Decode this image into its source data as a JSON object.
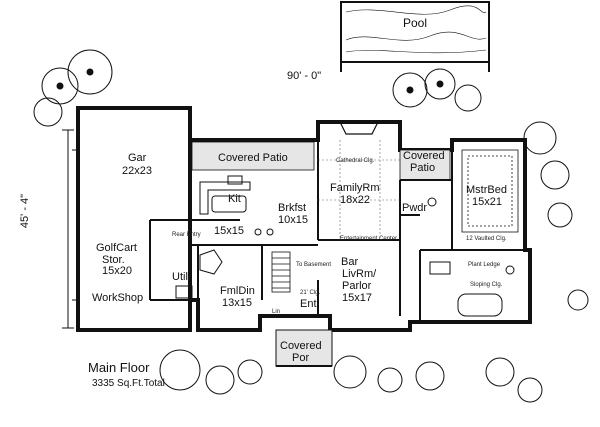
{
  "title": "Main Floor",
  "subtitle": "3335 Sq.Ft.Total",
  "dimensions": {
    "width": "90' - 0\"",
    "depth": "45' - 4\""
  },
  "pool": "Pool",
  "rooms": {
    "garage": {
      "name": "Gar",
      "size": "22x23"
    },
    "covered_patio": {
      "name": "Covered Patio"
    },
    "covered_patio_right": {
      "name": "Covered",
      "name2": "Patio"
    },
    "family_room": {
      "name": "FamilyRm",
      "size": "18x22"
    },
    "cathedral_clg": "Cathedral Clg.",
    "master_bed": {
      "name": "MstrBed",
      "size": "15x21"
    },
    "vaulted_clg": "12 Vaulted Clg.",
    "pwdr": "Pwdr",
    "kit": {
      "name": "Kit",
      "size": "15x15"
    },
    "brkfst": {
      "name": "Brkfst",
      "size": "10x15"
    },
    "rear_entry": "Rear Entry",
    "golfcart": {
      "name": "GolfCart",
      "name2": "Stor.",
      "size": "15x20"
    },
    "workshop": "WorkShop",
    "util": "Util",
    "fmldin": {
      "name": "FmlDin",
      "size": "13x15"
    },
    "basement": "To Basement",
    "entertainment": "Entertainment Center",
    "bar": "Bar",
    "livrm": {
      "name": "LivRm/",
      "name2": "Parlor",
      "size": "15x17"
    },
    "ent": "Ent",
    "clg_21": "21' Clg.",
    "linen": "Lin",
    "covered_por": {
      "name": "Covered",
      "name2": "Por"
    },
    "mstr_ledge": "Plant Ledge",
    "sloping_clg": "Sloping Clg."
  }
}
